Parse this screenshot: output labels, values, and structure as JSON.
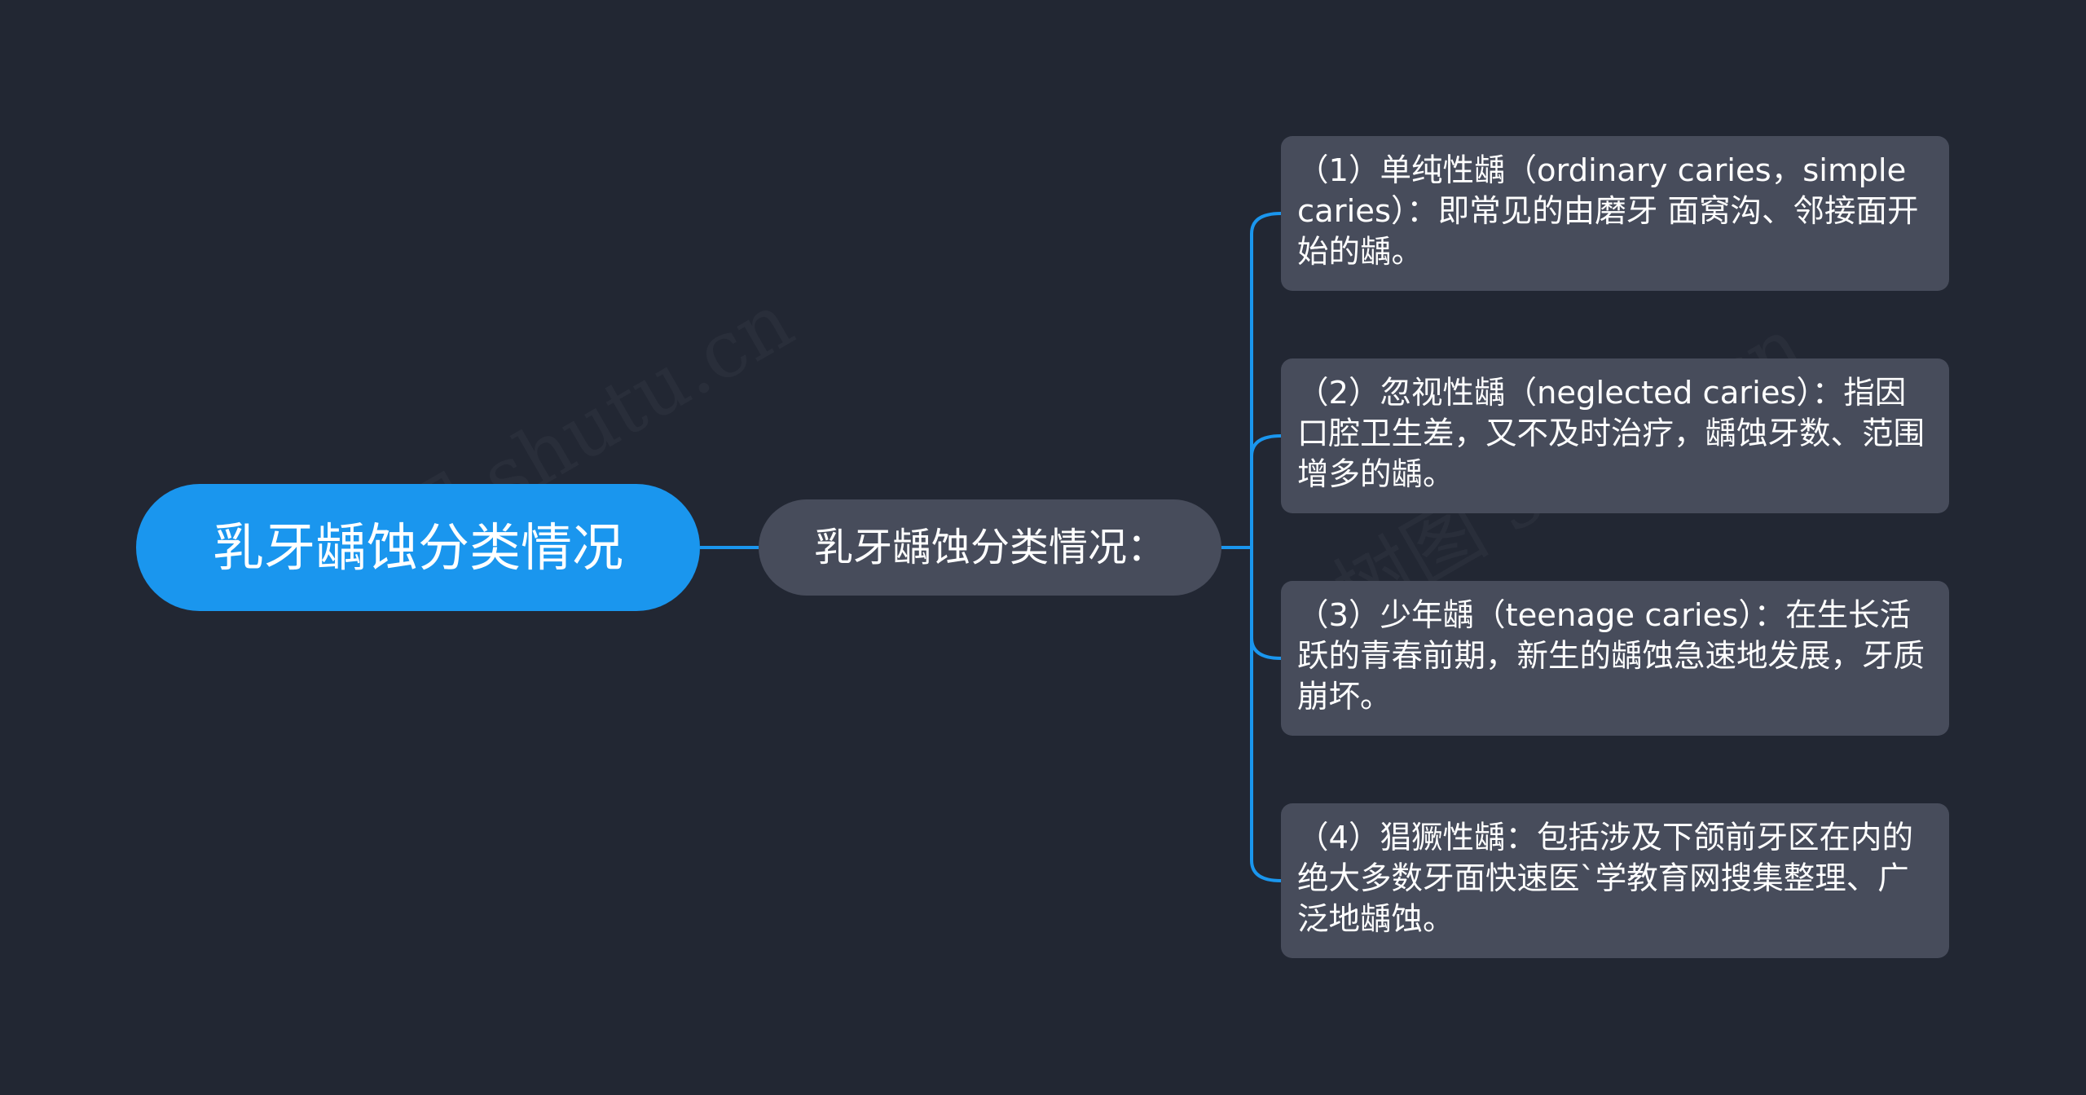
{
  "mindmap": {
    "root": {
      "label": "乳牙龋蚀分类情况"
    },
    "branch": {
      "label": "乳牙龋蚀分类情况："
    },
    "leaves": [
      {
        "text": "（1）单纯性龋（ordinary caries，simple caries）：即常见的由磨牙 面窝沟、邻接面开始的龋。"
      },
      {
        "text": "（2）忽视性龋（neglected caries）：指因口腔卫生差，又不及时治疗，龋蚀牙数、范围增多的龋。"
      },
      {
        "text": "（3）少年龋（teenage caries）：在生长活跃的青春前期，新生的龋蚀急速地发展，牙质崩坏。"
      },
      {
        "text": "（4）猖獗性龋：包括涉及下颌前牙区在内的绝大多数牙面快速医`学教育网搜集整理、广泛地龋蚀。"
      }
    ]
  },
  "watermark": {
    "text": "树图 shutu.cn"
  },
  "colors": {
    "background": "#222733",
    "root_fill": "#1a96ee",
    "node_fill": "#474c5b",
    "connector": "#1a96ee",
    "text": "#ffffff"
  }
}
